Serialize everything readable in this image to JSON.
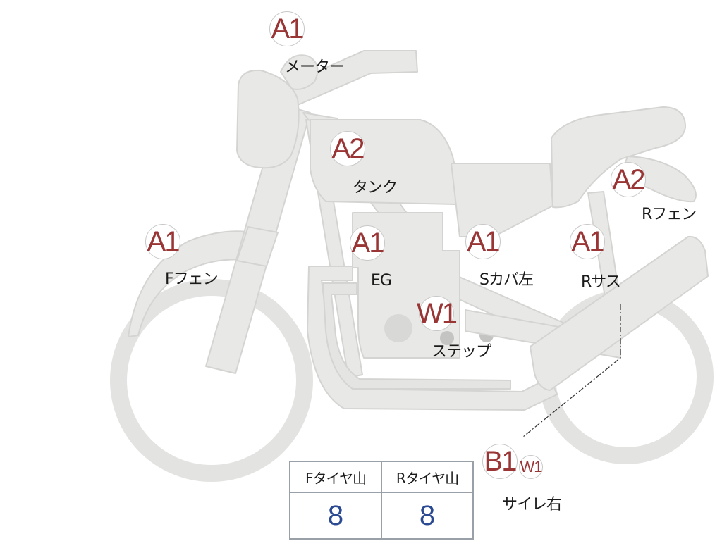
{
  "parts": [
    {
      "id": "meter",
      "grade": "A1",
      "label": "メーター"
    },
    {
      "id": "tank",
      "grade": "A2",
      "label": "タンク"
    },
    {
      "id": "front-fender",
      "grade": "A1",
      "label": "Fフェン"
    },
    {
      "id": "engine",
      "grade": "A1",
      "label": "EG"
    },
    {
      "id": "side-cover-left",
      "grade": "A1",
      "label": "Sカバ左"
    },
    {
      "id": "rear-suspension",
      "grade": "A1",
      "label": "Rサス"
    },
    {
      "id": "rear-fender",
      "grade": "A2",
      "label": "Rフェン"
    },
    {
      "id": "step",
      "grade": "W1",
      "label": "ステップ"
    },
    {
      "id": "muffler-right",
      "grade": "B1",
      "grade2": "W1",
      "label": "サイレ右"
    }
  ],
  "tire_table": {
    "headers": [
      "Fタイヤ山",
      "Rタイヤ山"
    ],
    "values": [
      "8",
      "8"
    ]
  },
  "colors": {
    "body_fill": "#e8e8e6",
    "body_stroke": "#cfcfcd",
    "grade_text": "#9a3535",
    "value_text": "#2b4a92",
    "table_border": "#9aa0a8"
  }
}
